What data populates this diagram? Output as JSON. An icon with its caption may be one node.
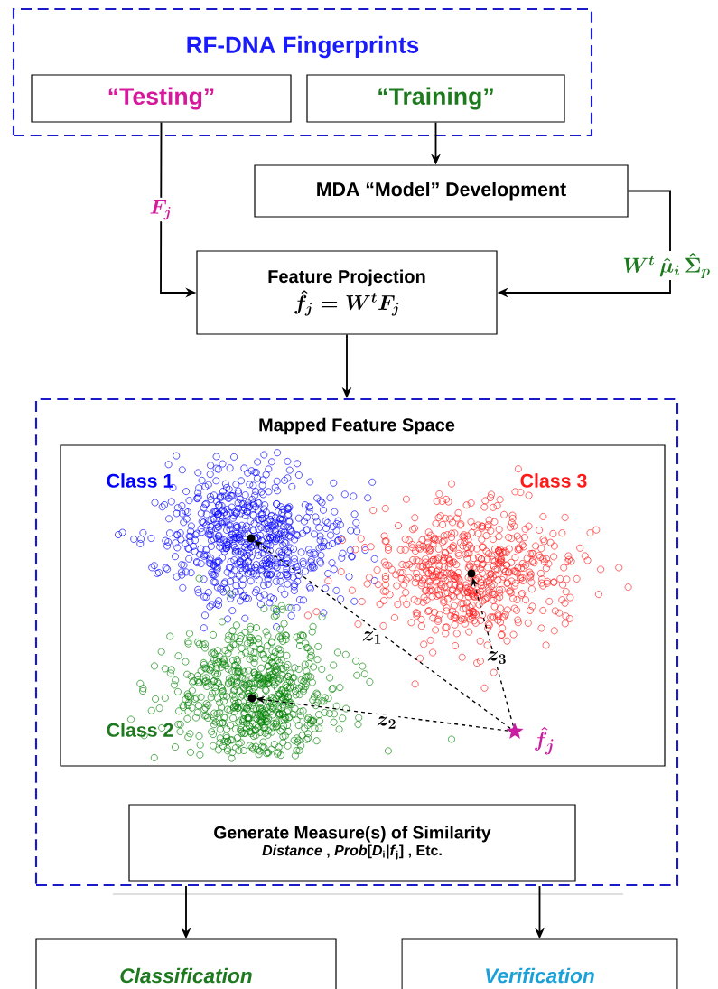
{
  "diagram": {
    "nodes": [
      {
        "text": [
          "RF-DNA Fingerprints"
        ]
      },
      {
        "text": [
          "“Testing”"
        ],
        "in": 0
      },
      {
        "text": [
          "“Training”"
        ],
        "in": 0
      },
      {
        "text": [
          "MDA “Model” Development"
        ]
      },
      {
        "text": [
          "Feature Projection",
          "\\hat{f}_j = W^t F_j"
        ]
      },
      {
        "text": [
          "Mapped Feature Space"
        ]
      },
      {
        "text": [],
        "shape": "box",
        "in": 5
      },
      {
        "text": [],
        "shape": "circle",
        "in": 6
      },
      {
        "text": [],
        "shape": "circle",
        "in": 6
      },
      {
        "text": [],
        "shape": "circle",
        "in": 6
      },
      {
        "text": [],
        "shape": "star",
        "in": 6,
        "beside": [
          "\\hat{f}_j"
        ]
      },
      {
        "text": [
          "Generate Measure(s) of Similarity",
          "*Distance* , *Prob*[*D*$_{i}$|*f*$_{j}$] , Etc."
        ],
        "in": 5
      },
      {
        "text": [
          "Classification"
        ]
      },
      {
        "text": [
          "Verification"
        ]
      }
    ],
    "edges": [
      {
        "from": 1,
        "to": 4,
        "arrow": "to",
        "label": "F_j"
      },
      {
        "from": 2,
        "to": 3,
        "arrow": "to"
      },
      {
        "from": 3,
        "to": 4,
        "arrow": "to",
        "label": "W^t\\,\\hat{\\mu}_i\\,\\hat{\\Sigma}_p"
      },
      {
        "from": 4,
        "to": 5,
        "arrow": "to"
      },
      {
        "from": 10,
        "to": 7,
        "arrow": "to",
        "style": "dashed",
        "label": "z_1"
      },
      {
        "from": 10,
        "to": 9,
        "arrow": "to",
        "style": "dashed",
        "label": "z_2"
      },
      {
        "from": 10,
        "to": 8,
        "arrow": "to",
        "style": "dashed",
        "label": "z_3"
      },
      {
        "from": 5,
        "to": 12,
        "arrow": "to"
      },
      {
        "from": 5,
        "to": 13,
        "arrow": "to"
      }
    ],
    "labels": [
      "Class 1",
      "Class 3",
      "Class 2"
    ]
  }
}
